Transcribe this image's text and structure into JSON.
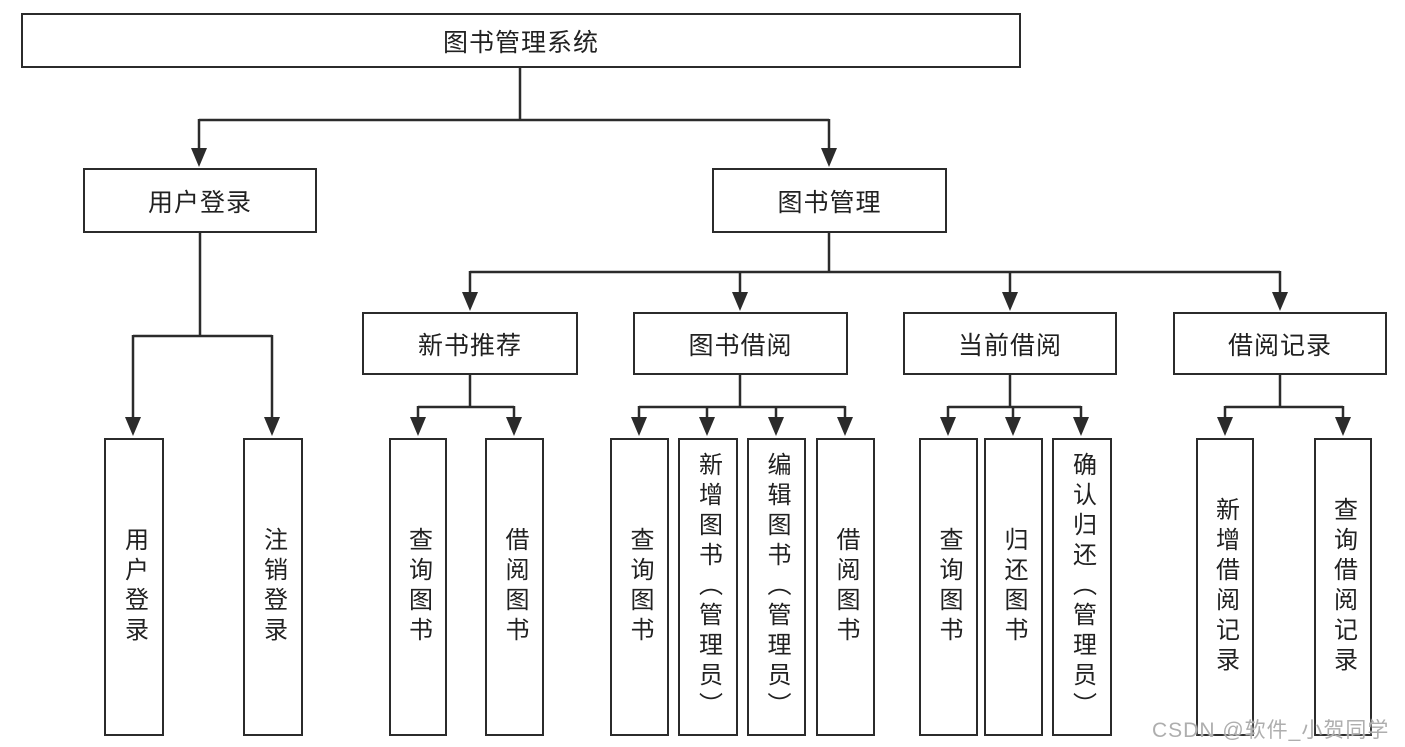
{
  "diagram": {
    "type": "hierarchy",
    "tree": {
      "label": "图书管理系统",
      "children": [
        {
          "label": "用户登录",
          "children": [
            {
              "label": "用户登录"
            },
            {
              "label": "注销登录"
            }
          ]
        },
        {
          "label": "图书管理",
          "children": [
            {
              "label": "新书推荐",
              "children": [
                {
                  "label": "查询图书"
                },
                {
                  "label": "借阅图书"
                }
              ]
            },
            {
              "label": "图书借阅",
              "children": [
                {
                  "label": "查询图书"
                },
                {
                  "label": "新增图书（管理员）"
                },
                {
                  "label": "编辑图书（管理员）"
                },
                {
                  "label": "借阅图书"
                }
              ]
            },
            {
              "label": "当前借阅",
              "children": [
                {
                  "label": "查询图书"
                },
                {
                  "label": "归还图书"
                },
                {
                  "label": "确认归还（管理员）"
                }
              ]
            },
            {
              "label": "借阅记录",
              "children": [
                {
                  "label": "新增借阅记录"
                },
                {
                  "label": "查询借阅记录"
                }
              ]
            }
          ]
        }
      ]
    },
    "colors": {
      "line": "#2b2b2b",
      "box_border": "#2b2b2b",
      "text": "#212121",
      "background": "#ffffff",
      "watermark_text": "#aeaeae"
    }
  },
  "watermark": "CSDN @软件_小贺同学"
}
